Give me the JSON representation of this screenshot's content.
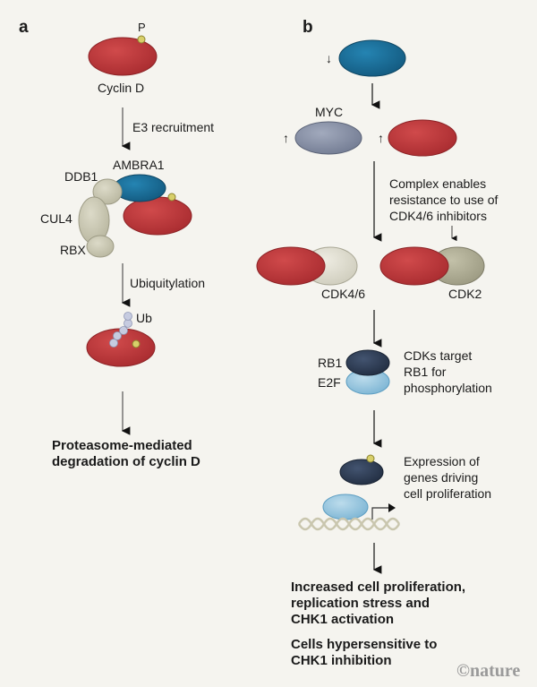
{
  "panel_a": {
    "label": "a",
    "phospho_label": "P",
    "cyclin_label": "Cyclin D",
    "step1": "E3 recruitment",
    "complex_labels": {
      "ambra1": "AMBRA1",
      "ddb1": "DDB1",
      "cul4": "CUL4",
      "rbx": "RBX"
    },
    "step2": "Ubiquitylation",
    "ub_label": "Ub",
    "outcome_line1": "Proteasome-mediated",
    "outcome_line2": "degradation of cyclin D"
  },
  "panel_b": {
    "label": "b",
    "down_arrow": "↓",
    "up_arrow": "↑",
    "myc_label": "MYC",
    "complex_note": [
      "Complex enables",
      "resistance to use of",
      "CDK4/6 inhibitors"
    ],
    "cdk46_label": "CDK4/6",
    "cdk2_label": "CDK2",
    "rb1_label": "RB1",
    "e2f_label": "E2F",
    "target_note": [
      "CDKs target",
      "RB1 for",
      "phosphorylation"
    ],
    "expression_note": [
      "Expression of",
      "genes driving",
      "cell proliferation"
    ],
    "outcome1": [
      "Increased cell proliferation,",
      "replication stress and",
      "CHK1 activation"
    ],
    "outcome2": [
      "Cells hypersensitive to",
      "CHK1 inhibition"
    ]
  },
  "credit": "©nature",
  "colors": {
    "background": "#f5f4ef",
    "cyclin_red": "#c0393b",
    "ambra1_blue": "#1a6f99",
    "cul4_beige": "#cfcdb8",
    "myc_gray": "#8d96ab",
    "cdk46_cream": "#e3e1d3",
    "cdk2_olive": "#b3b198",
    "rb1_navy": "#2f3e55",
    "e2f_lightblue": "#9cc9e0",
    "phospho_yellow": "#d8cf6a",
    "ub_lavender": "#c6cbe0"
  }
}
